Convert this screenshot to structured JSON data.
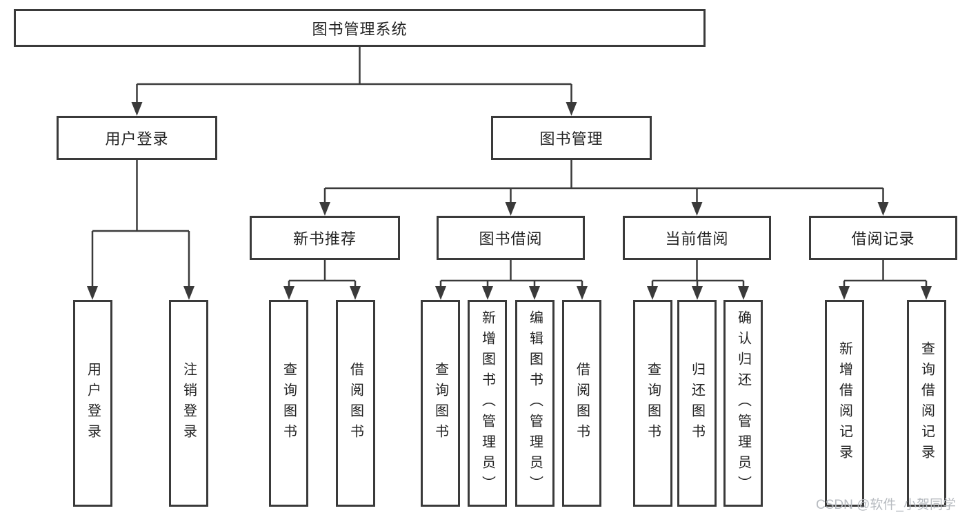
{
  "diagram": {
    "root": {
      "label": "图书管理系统"
    },
    "branches": [
      {
        "label": "用户登录"
      },
      {
        "label": "图书管理"
      }
    ],
    "sections": [
      {
        "label": "新书推荐"
      },
      {
        "label": "图书借阅"
      },
      {
        "label": "当前借阅"
      },
      {
        "label": "借阅记录"
      }
    ],
    "leaves": [
      {
        "label": "用户登录"
      },
      {
        "label": "注销登录"
      },
      {
        "label": "查询图书"
      },
      {
        "label": "借阅图书"
      },
      {
        "label": "查询图书"
      },
      {
        "label": "新增图书（管理员）"
      },
      {
        "label": "编辑图书（管理员）"
      },
      {
        "label": "借阅图书"
      },
      {
        "label": "查询图书"
      },
      {
        "label": "归还图书"
      },
      {
        "label": "确认归还（管理员）"
      },
      {
        "label": "新增借阅记录"
      },
      {
        "label": "查询借阅记录"
      }
    ]
  },
  "watermark": "CSDN @软件_小贺同学",
  "colors": {
    "line": "#3a3a3a",
    "text": "#222222",
    "background": "#ffffff",
    "watermark": "#b7bbc0"
  }
}
